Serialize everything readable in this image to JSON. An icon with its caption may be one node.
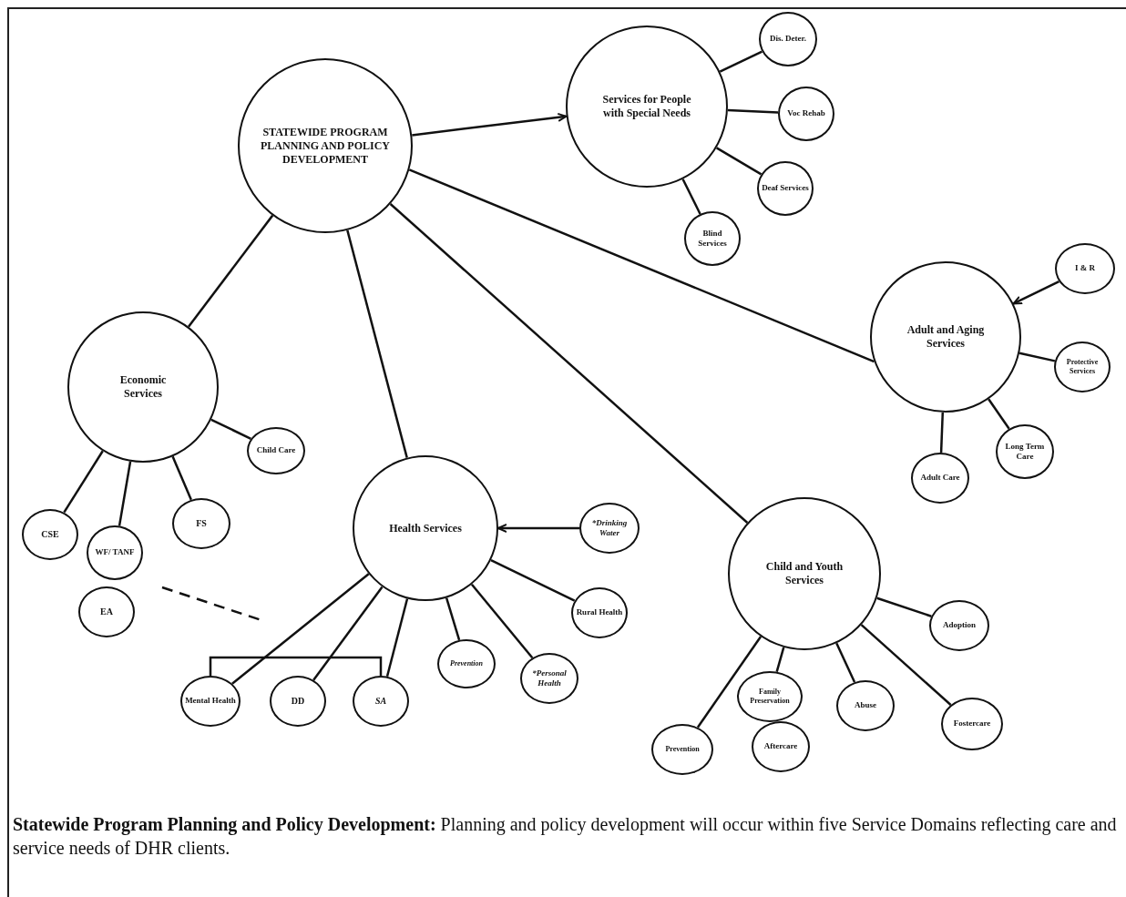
{
  "diagram": {
    "caption": "**Statewide Program Planning and Policy Development:**  Planning and policy development will occur within five Service Domains reflecting care and service needs of DHR clients.",
    "nodes": [
      {
        "text": [
          "STATEWIDE PROGRAM PLANNING AND POLICY DEVELOPMENT"
        ]
      },
      {
        "text": [
          "Services for People with Special Needs"
        ]
      },
      {
        "text": [
          "Dis. Deter."
        ]
      },
      {
        "text": [
          "Voc Rehab"
        ]
      },
      {
        "text": [
          "Deaf Services"
        ]
      },
      {
        "text": [
          "Blind Services"
        ]
      },
      {
        "text": [
          "Economic Services"
        ]
      },
      {
        "text": [
          "Child Care"
        ]
      },
      {
        "text": [
          "CSE"
        ]
      },
      {
        "text": [
          "WF/ TANF"
        ]
      },
      {
        "text": [
          "FS"
        ]
      },
      {
        "text": [
          "EA"
        ]
      },
      {
        "text": [
          "Health Services"
        ]
      },
      {
        "text": [
          "*Drinking Water"
        ]
      },
      {
        "text": [
          "Rural Health"
        ]
      },
      {
        "text": [
          "Mental Health"
        ]
      },
      {
        "text": [
          "DD"
        ]
      },
      {
        "text": [
          "SA"
        ]
      },
      {
        "text": [
          "Prevention"
        ]
      },
      {
        "text": [
          "*Personal Health"
        ]
      },
      {
        "text": [
          "Adult and Aging Services"
        ]
      },
      {
        "text": [
          "I & R"
        ]
      },
      {
        "text": [
          "Protective Services"
        ]
      },
      {
        "text": [
          "Long Term Care"
        ]
      },
      {
        "text": [
          "Adult Care"
        ]
      },
      {
        "text": [
          "Child and Youth Services"
        ]
      },
      {
        "text": [
          "Adoption"
        ]
      },
      {
        "text": [
          "Fostercare"
        ]
      },
      {
        "text": [
          "Abuse"
        ]
      },
      {
        "text": [
          "Family Preservation"
        ]
      },
      {
        "text": [
          "Aftercare"
        ]
      },
      {
        "text": [
          "Prevention"
        ]
      }
    ],
    "edges": [
      {
        "from": 0,
        "to": 1,
        "arrow": "to"
      },
      {
        "from": 0,
        "to": 6,
        "arrow": "none"
      },
      {
        "from": 0,
        "to": 12,
        "arrow": "none"
      },
      {
        "from": 0,
        "to": 25,
        "arrow": "none"
      },
      {
        "from": 0,
        "to": 20,
        "arrow": "none"
      },
      {
        "from": 1,
        "to": 2,
        "arrow": "none"
      },
      {
        "from": 1,
        "to": 3,
        "arrow": "none"
      },
      {
        "from": 1,
        "to": 4,
        "arrow": "none"
      },
      {
        "from": 1,
        "to": 5,
        "arrow": "none"
      },
      {
        "from": 6,
        "to": 7,
        "arrow": "none"
      },
      {
        "from": 6,
        "to": 8,
        "arrow": "none"
      },
      {
        "from": 6,
        "to": 9,
        "arrow": "none"
      },
      {
        "from": 6,
        "to": 10,
        "arrow": "none"
      },
      {
        "from": 9,
        "to": null,
        "arrow": "none",
        "style": "dashed"
      },
      {
        "from": 13,
        "to": 12,
        "arrow": "to"
      },
      {
        "from": 12,
        "to": 14,
        "arrow": "none"
      },
      {
        "from": 12,
        "to": 15,
        "arrow": "none"
      },
      {
        "from": 12,
        "to": 16,
        "arrow": "none"
      },
      {
        "from": 12,
        "to": 17,
        "arrow": "none"
      },
      {
        "from": 12,
        "to": 18,
        "arrow": "none"
      },
      {
        "from": 12,
        "to": 19,
        "arrow": "none"
      },
      {
        "from": 15,
        "to": 17,
        "arrow": "none"
      },
      {
        "from": 21,
        "to": 20,
        "arrow": "to"
      },
      {
        "from": 20,
        "to": 22,
        "arrow": "none"
      },
      {
        "from": 20,
        "to": 23,
        "arrow": "none"
      },
      {
        "from": 20,
        "to": 24,
        "arrow": "none"
      },
      {
        "from": 25,
        "to": 26,
        "arrow": "none"
      },
      {
        "from": 25,
        "to": 27,
        "arrow": "none"
      },
      {
        "from": 25,
        "to": 28,
        "arrow": "none"
      },
      {
        "from": 25,
        "to": 29,
        "arrow": "none"
      },
      {
        "from": 25,
        "to": 31,
        "arrow": "none"
      }
    ]
  }
}
